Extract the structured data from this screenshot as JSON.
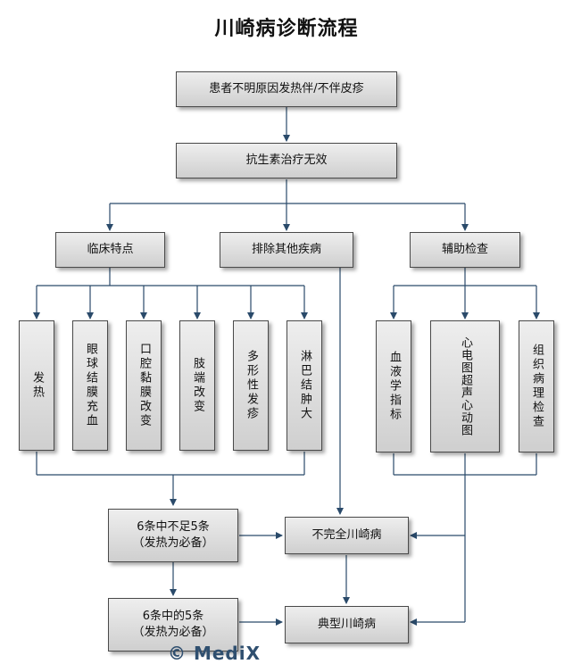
{
  "title": "川崎病诊断流程",
  "nodes": {
    "fever_unknown": "患者不明原因发热伴/不伴皮疹",
    "antibiotic": "抗生素治疗无效",
    "clinical": "临床特点",
    "exclude": "排除其他疾病",
    "auxiliary": "辅助检查",
    "c1": "发热",
    "c2": "眼球结膜充血",
    "c3": "口腔黏膜改变",
    "c4": "肢端改变",
    "c5": "多形性发疹",
    "c6": "淋巴结肿大",
    "a1": "血液学指标",
    "a2": "心电图超声心动图",
    "a3": "组织病理检查",
    "less5": "6条中不足5条\n（发热为必备）",
    "incomplete": "不完全川崎病",
    "five": "6条中的5条\n（发热为必备）",
    "typical": "典型川崎病"
  },
  "watermark": "© MediX"
}
